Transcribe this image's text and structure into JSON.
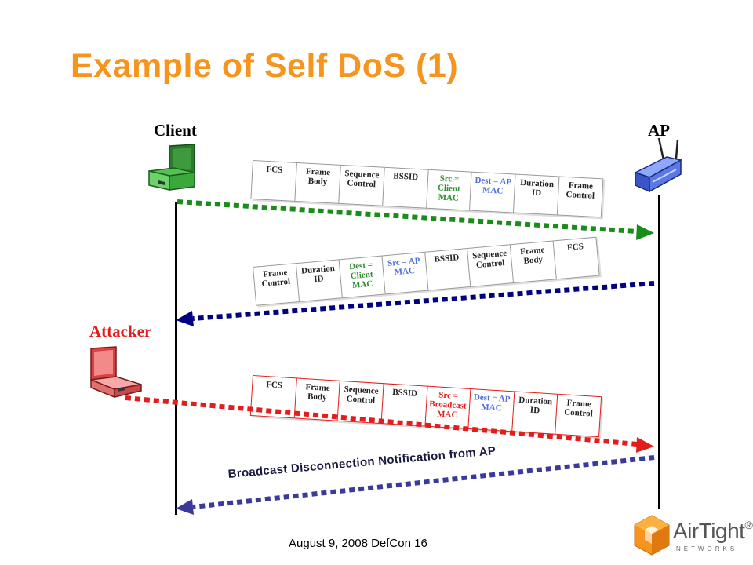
{
  "title": "Example of Self DoS (1)",
  "footer": "August 9, 2008 DefCon 16",
  "nodes": {
    "client": "Client",
    "ap": "AP",
    "attacker": "Attacker"
  },
  "colors": {
    "title": "#f7941d",
    "client": "#1a8c1a",
    "ap": "#000080",
    "attacker": "#e31c1c",
    "broadcast": "#3a3a9a",
    "src_field": "#2e8b2e",
    "dest_field": "#4d6fd8"
  },
  "frames": [
    {
      "fields": [
        "FCS",
        "Frame Body",
        "Sequence Control",
        "BSSID",
        "Src = Client MAC",
        "Dest = AP MAC",
        "Duration ID",
        "Frame Control"
      ],
      "field_colors": [
        "",
        "",
        "",
        "",
        "#2e8b2e",
        "#4d6fd8",
        "",
        ""
      ],
      "border": "#999999"
    },
    {
      "fields": [
        "Frame Control",
        "Duration ID",
        "Dest = Client MAC",
        "Src = AP MAC",
        "BSSID",
        "Sequence Control",
        "Frame Body",
        "FCS"
      ],
      "field_colors": [
        "",
        "",
        "#2e8b2e",
        "#4d6fd8",
        "",
        "",
        "",
        ""
      ],
      "border": "#999999"
    },
    {
      "fields": [
        "FCS",
        "Frame Body",
        "Sequence Control",
        "BSSID",
        "Src = Broadcast MAC",
        "Dest = AP MAC",
        "Duration ID",
        "Frame Control"
      ],
      "field_colors": [
        "",
        "",
        "",
        "",
        "#e31c1c",
        "#4d6fd8",
        "",
        ""
      ],
      "border": "#e31c1c"
    }
  ],
  "broadcast_label": "Broadcast Disconnection Notification from AP",
  "logo": {
    "name": "AirTight",
    "registered": "®",
    "subtitle": "NETWORKS"
  }
}
